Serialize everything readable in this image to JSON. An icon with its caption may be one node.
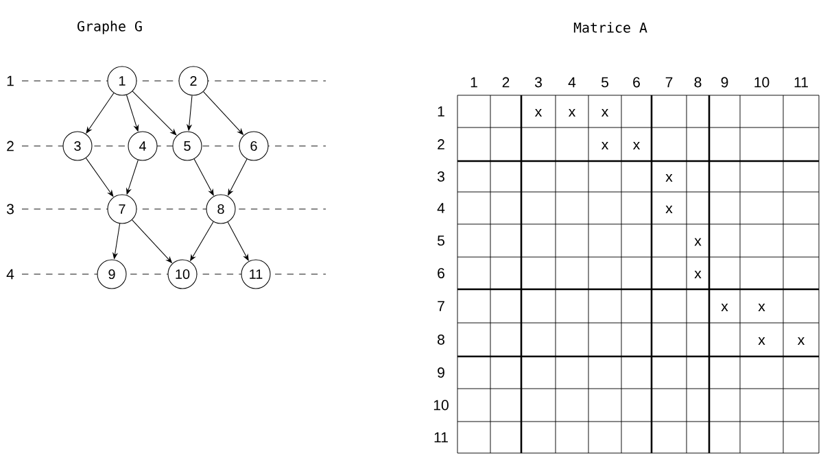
{
  "diagram": {
    "nodes": [
      {
        "text": [
          "1"
        ]
      },
      {
        "text": [
          "2"
        ]
      },
      {
        "text": [
          "3"
        ]
      },
      {
        "text": [
          "4"
        ]
      },
      {
        "text": [
          "5"
        ]
      },
      {
        "text": [
          "6"
        ]
      },
      {
        "text": [
          "7"
        ]
      },
      {
        "text": [
          "8"
        ]
      },
      {
        "text": [
          "9"
        ]
      },
      {
        "text": [
          "10"
        ]
      },
      {
        "text": [
          "11"
        ]
      }
    ],
    "edges": [
      {
        "from": 0,
        "to": 2,
        "arrow": "to"
      },
      {
        "from": 0,
        "to": 3,
        "arrow": "to"
      },
      {
        "from": 0,
        "to": 4,
        "arrow": "to"
      },
      {
        "from": 1,
        "to": 4,
        "arrow": "to"
      },
      {
        "from": 1,
        "to": 5,
        "arrow": "to"
      },
      {
        "from": 2,
        "to": 6,
        "arrow": "to"
      },
      {
        "from": 3,
        "to": 6,
        "arrow": "to"
      },
      {
        "from": 4,
        "to": 7,
        "arrow": "to"
      },
      {
        "from": 5,
        "to": 7,
        "arrow": "to"
      },
      {
        "from": 6,
        "to": 8,
        "arrow": "to"
      },
      {
        "from": 6,
        "to": 9,
        "arrow": "to"
      },
      {
        "from": 7,
        "to": 9,
        "arrow": "to"
      },
      {
        "from": 7,
        "to": 10,
        "arrow": "to"
      }
    ],
    "labels": [
      "Graphe G",
      "Matrice A",
      "1",
      "2",
      "3",
      "4",
      "1",
      "2",
      "3",
      "4",
      "5",
      "6",
      "7",
      "8",
      "9",
      "10",
      "11",
      "1",
      "x",
      "x",
      "x",
      "2",
      "x",
      "x",
      "3",
      "x",
      "4",
      "x",
      "5",
      "x",
      "6",
      "x",
      "7",
      "x",
      "x",
      "8",
      "x",
      "x",
      "9",
      "10",
      "11"
    ]
  }
}
